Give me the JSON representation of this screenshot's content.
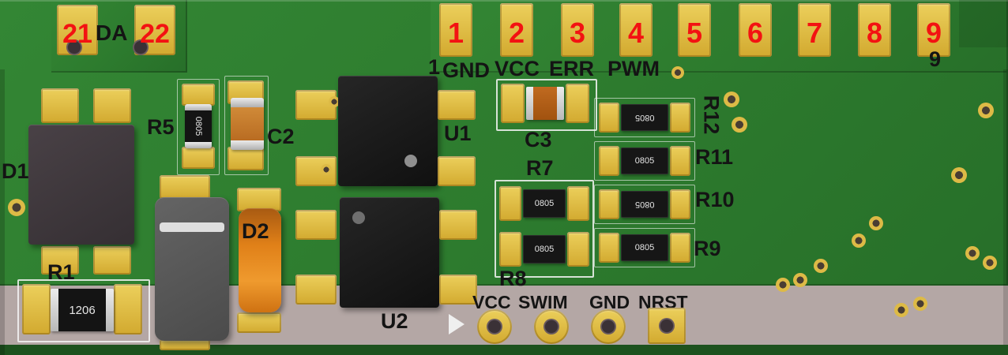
{
  "colors": {
    "background": "#b4a7a5",
    "board_green": "#2d7b2e",
    "board_edge_dark": "#1d521e",
    "pad_gold": "#d9b33c",
    "red_silk": "#f31212",
    "black_silk": "#141414",
    "white_silk": "#f2f2f2",
    "chip_body": "#161616",
    "capacitor_orange": "#c97a2b",
    "tantalum_orange": "#e08018",
    "ic_black": "#1a1a1a"
  },
  "tab": {
    "pads": [
      "21",
      "22"
    ],
    "label": "DA"
  },
  "top_pads": [
    "1",
    "2",
    "3",
    "4",
    "5",
    "6",
    "7",
    "8",
    "9"
  ],
  "top_silk": {
    "pin1": "1",
    "signals": [
      "GND",
      "VCC",
      "ERR",
      "PWM"
    ],
    "pin9": "9"
  },
  "components": {
    "d1": {
      "ref": "D1"
    },
    "r1": {
      "ref": "R1",
      "marking": "1206"
    },
    "r5": {
      "ref": "R5",
      "marking": "0805"
    },
    "c2": {
      "ref": "C2"
    },
    "d2": {
      "ref": "D2"
    },
    "u1": {
      "ref": "U1"
    },
    "u2": {
      "ref": "U2"
    },
    "c3": {
      "ref": "C3"
    },
    "r7": {
      "ref": "R7",
      "marking": "0805"
    },
    "r8": {
      "ref": "R8",
      "marking": "0805"
    },
    "r9": {
      "ref": "R9",
      "marking": "0805"
    },
    "r10": {
      "ref": "R10",
      "marking": "0805"
    },
    "r11": {
      "ref": "R11",
      "marking": "0805"
    },
    "r12": {
      "ref": "R12",
      "marking": "0805"
    }
  },
  "bottom_silk": {
    "signals": [
      "VCC",
      "SWIM",
      "GND",
      "NRST"
    ]
  }
}
